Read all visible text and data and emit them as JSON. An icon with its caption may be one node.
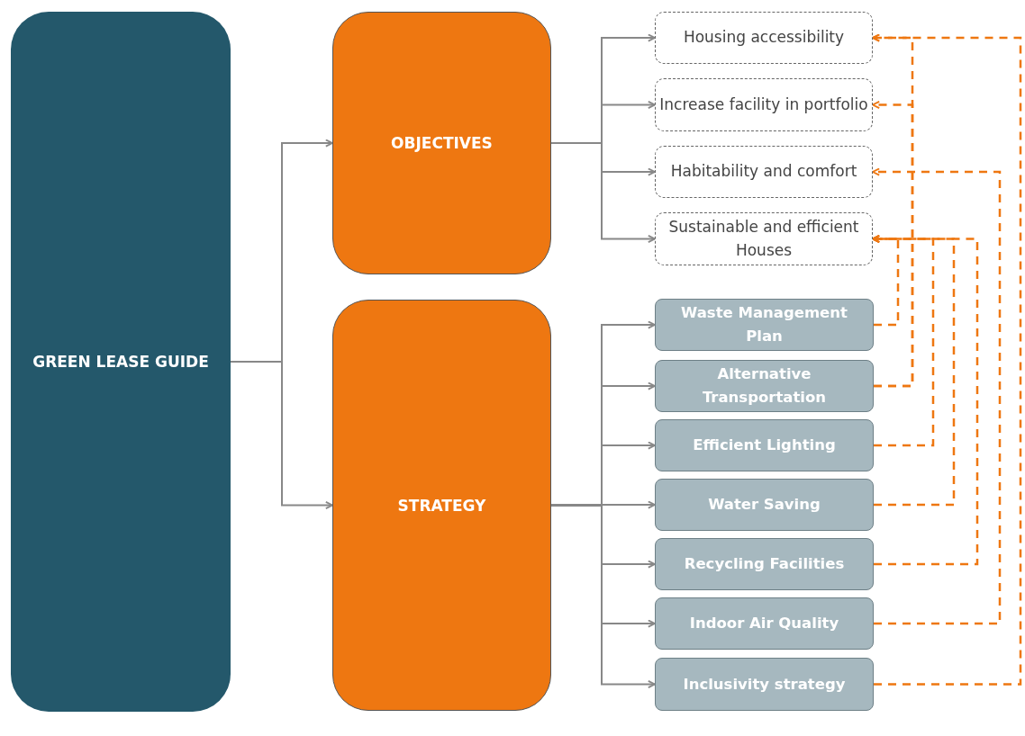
{
  "diagram": {
    "nodes": [
      {
        "text": [
          "GREEN LEASE GUIDE"
        ]
      },
      {
        "text": [
          "OBJECTIVES"
        ]
      },
      {
        "text": [
          "STRATEGY"
        ]
      },
      {
        "text": [
          "Housing accessibility"
        ]
      },
      {
        "text": [
          "Increase facility in portfolio"
        ]
      },
      {
        "text": [
          "Habitability and comfort"
        ]
      },
      {
        "text": [
          "Sustainable and efficient Houses"
        ]
      },
      {
        "text": [
          "Waste Management Plan"
        ]
      },
      {
        "text": [
          "Alternative Transportation"
        ]
      },
      {
        "text": [
          "Efficient Lighting"
        ]
      },
      {
        "text": [
          "Water Saving"
        ]
      },
      {
        "text": [
          "Recycling Facilities"
        ]
      },
      {
        "text": [
          "Indoor Air Quality"
        ]
      },
      {
        "text": [
          "Inclusivity strategy"
        ]
      }
    ],
    "edges": [
      {
        "from": 0,
        "to": 1,
        "arrow": "to"
      },
      {
        "from": 0,
        "to": 2,
        "arrow": "to"
      },
      {
        "from": 1,
        "to": 3,
        "arrow": "to"
      },
      {
        "from": 1,
        "to": 4,
        "arrow": "to"
      },
      {
        "from": 1,
        "to": 5,
        "arrow": "to"
      },
      {
        "from": 1,
        "to": 6,
        "arrow": "to"
      },
      {
        "from": 2,
        "to": 7,
        "arrow": "to"
      },
      {
        "from": 2,
        "to": 8,
        "arrow": "to"
      },
      {
        "from": 2,
        "to": 9,
        "arrow": "to"
      },
      {
        "from": 2,
        "to": 10,
        "arrow": "to"
      },
      {
        "from": 2,
        "to": 11,
        "arrow": "to"
      },
      {
        "from": 2,
        "to": 12,
        "arrow": "to"
      },
      {
        "from": 2,
        "to": 13,
        "arrow": "to"
      },
      {
        "from": 7,
        "to": 6,
        "arrow": "to",
        "style": "dashed",
        "color": "#ee7711"
      },
      {
        "from": 8,
        "to": 3,
        "arrow": "to",
        "style": "dashed",
        "color": "#ee7711"
      },
      {
        "from": 8,
        "to": 4,
        "arrow": "to",
        "style": "dashed",
        "color": "#ee7711"
      },
      {
        "from": 9,
        "to": 6,
        "arrow": "to",
        "style": "dashed",
        "color": "#ee7711"
      },
      {
        "from": 10,
        "to": 6,
        "arrow": "to",
        "style": "dashed",
        "color": "#ee7711"
      },
      {
        "from": 11,
        "to": 6,
        "arrow": "to",
        "style": "dashed",
        "color": "#ee7711"
      },
      {
        "from": 12,
        "to": 5,
        "arrow": "to",
        "style": "dashed",
        "color": "#ee7711"
      },
      {
        "from": 13,
        "to": 3,
        "arrow": "to",
        "style": "dashed",
        "color": "#ee7711"
      }
    ]
  }
}
